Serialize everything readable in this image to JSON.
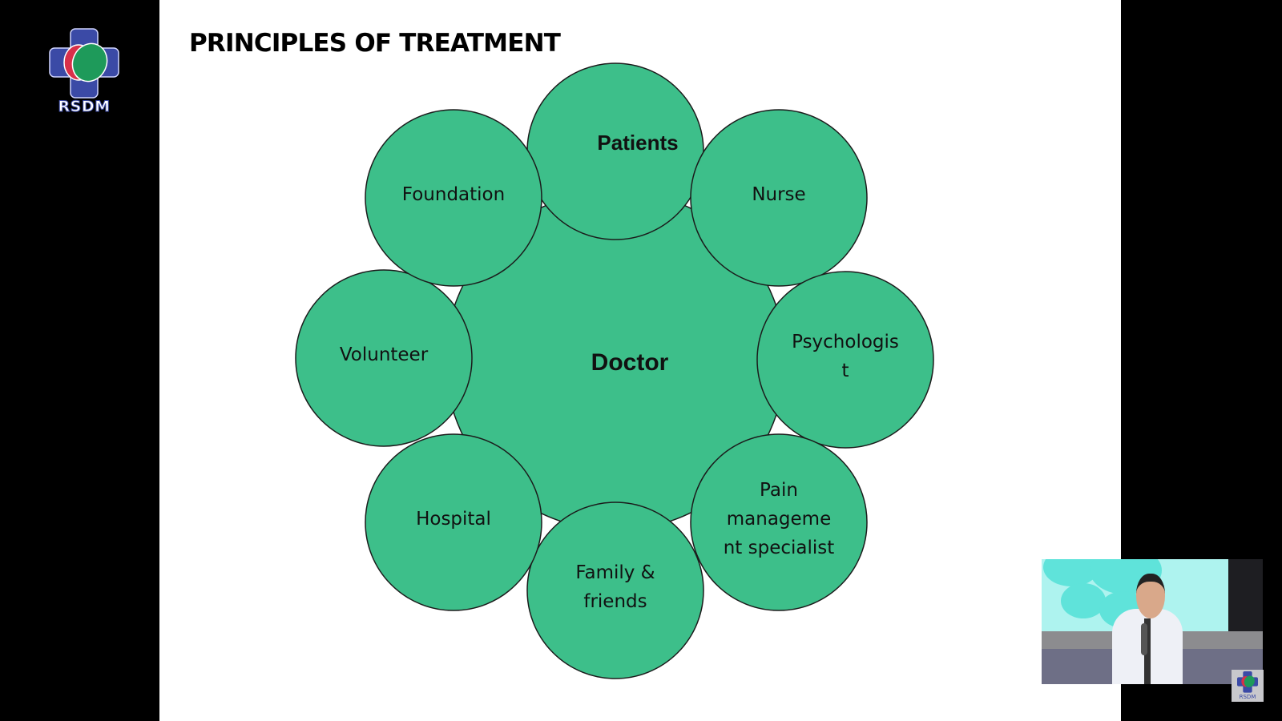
{
  "brand": {
    "name": "RSDM",
    "logo_icon": "rsdm-cross-heart-logo"
  },
  "slide": {
    "title": "PRINCIPLES OF TREATMENT",
    "center_node": {
      "label": "Doctor"
    },
    "outer_nodes": [
      {
        "label": "Patients",
        "position": "top",
        "bold": true
      },
      {
        "label": "Nurse",
        "position": "top-right"
      },
      {
        "label": "Psychologis\nt",
        "position": "right"
      },
      {
        "label": "Pain\nmanageme\nnt specialist",
        "position": "bottom-right"
      },
      {
        "label": "Family &\nfriends",
        "position": "bottom"
      },
      {
        "label": "Hospital",
        "position": "bottom-left"
      },
      {
        "label": "Volunteer",
        "position": "left"
      },
      {
        "label": "Foundation",
        "position": "top-left"
      }
    ],
    "colors": {
      "node_fill": "#3dbf8a",
      "node_stroke": "#1b1b1b",
      "text": "#111111"
    }
  },
  "pip_video": {
    "description": "speaker-camera-feed",
    "watermark": "RSDM"
  }
}
